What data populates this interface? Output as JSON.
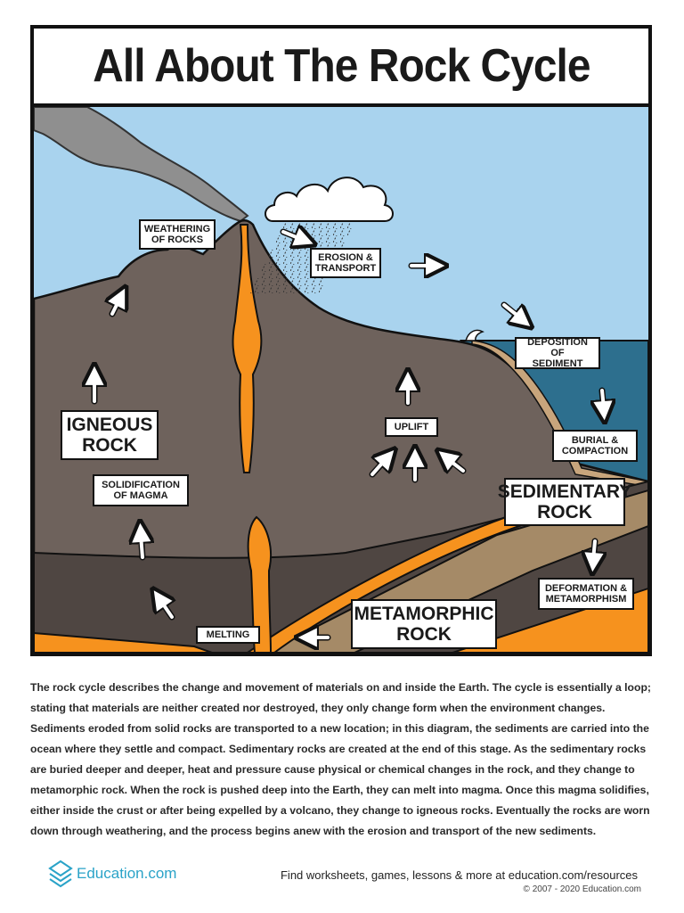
{
  "title": "All About The Rock Cycle",
  "labels": {
    "weathering": "WEATHERING\nOF ROCKS",
    "erosion": "EROSION &\nTRANSPORT",
    "deposition": "DEPOSITION OF\nSEDIMENT",
    "burial": "BURIAL &\nCOMPACTION",
    "sedimentary": "SEDIMENTARY\nROCK",
    "deformation": "DEFORMATION &\nMETAMORPHISM",
    "metamorphic": "METAMORPHIC\nROCK",
    "melting": "MELTING",
    "solidification": "SOLIDIFICATION\nOF MAGMA",
    "igneous": "IGNEOUS\nROCK",
    "uplift": "UPLIFT"
  },
  "description": "The rock cycle describes the change and movement of materials on and inside the Earth. The cycle is essentially a loop; stating that materials are neither created nor destroyed, they only change form when the environment changes. Sediments eroded from solid rocks are transported to a new location; in this diagram, the sediments are carried into the ocean where they settle and compact. Sedimentary rocks are created at the end of this stage. As the sedimentary rocks are buried deeper and deeper, heat and pressure cause physical or chemical changes in the rock, and they change to metamorphic rock. When the rock is pushed deep into the Earth, they can melt into magma. Once this magma solidifies, either inside the crust or after being expelled by a volcano, they change to igneous rocks. Eventually the rocks are worn down through weathering, and the process begins anew with the erosion and transport of the new sediments.",
  "footer": {
    "brand": "Education.com",
    "link_text": "Find worksheets, games, lessons & more at education.com/resources",
    "copyright": "© 2007 - 2020 Education.com"
  },
  "colors": {
    "sky": "#a9d3ee",
    "mountain": "#6e625c",
    "ocean": "#2d6f8e",
    "magma": "#f6921e",
    "sediment": "#c8a57c"
  }
}
